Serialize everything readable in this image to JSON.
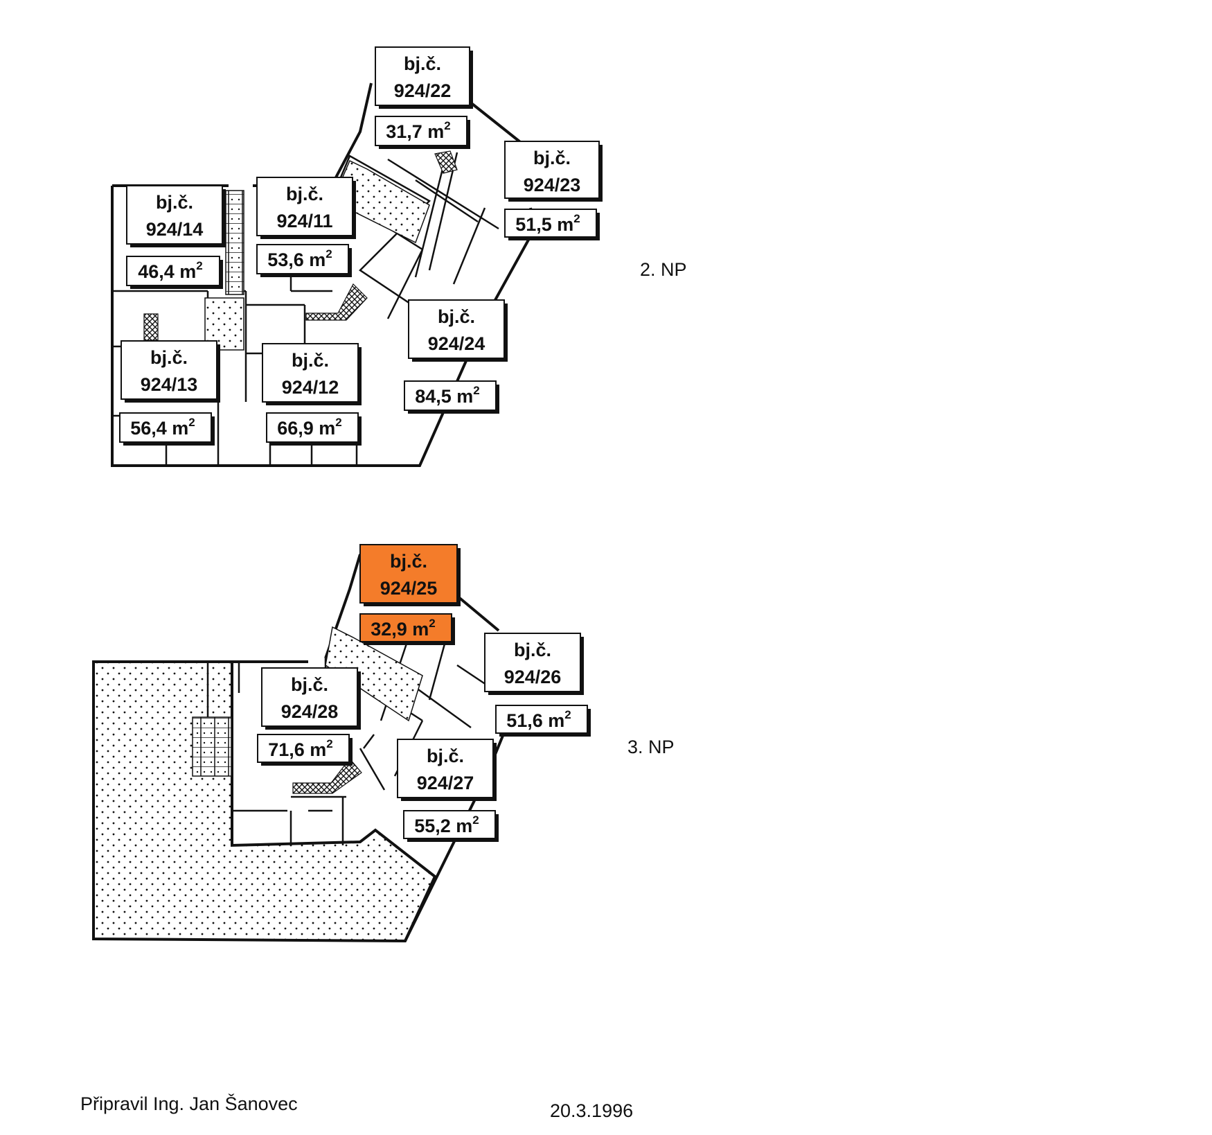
{
  "floors": [
    {
      "label": "2. NP",
      "units": [
        {
          "prefix": "bj.č.",
          "number": "924/22",
          "area": "31,7 m",
          "highlighted": false
        },
        {
          "prefix": "bj.č.",
          "number": "924/23",
          "area": "51,5 m",
          "highlighted": false
        },
        {
          "prefix": "bj.č.",
          "number": "924/14",
          "area": "46,4 m",
          "highlighted": false
        },
        {
          "prefix": "bj.č.",
          "number": "924/11",
          "area": "53,6 m",
          "highlighted": false
        },
        {
          "prefix": "bj.č.",
          "number": "924/24",
          "area": "84,5 m",
          "highlighted": false
        },
        {
          "prefix": "bj.č.",
          "number": "924/13",
          "area": "56,4 m",
          "highlighted": false
        },
        {
          "prefix": "bj.č.",
          "number": "924/12",
          "area": "66,9 m",
          "highlighted": false
        }
      ]
    },
    {
      "label": "3. NP",
      "units": [
        {
          "prefix": "bj.č.",
          "number": "924/25",
          "area": "32,9 m",
          "highlighted": true
        },
        {
          "prefix": "bj.č.",
          "number": "924/26",
          "area": "51,6 m",
          "highlighted": false
        },
        {
          "prefix": "bj.č.",
          "number": "924/28",
          "area": "71,6 m",
          "highlighted": false
        },
        {
          "prefix": "bj.č.",
          "number": "924/27",
          "area": "55,2 m",
          "highlighted": false
        }
      ]
    }
  ],
  "area_superscript": "2",
  "footer": {
    "prepared_by": "Připravil Ing. Jan Šanovec",
    "date": "20.3.1996"
  },
  "colors": {
    "highlight": "#f47c2a",
    "ink": "#111111",
    "paper": "#ffffff"
  }
}
